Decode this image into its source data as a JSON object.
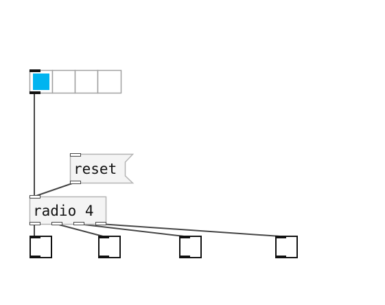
{
  "patch": {
    "radio_gui": {
      "cells": 4,
      "selected_index": 0,
      "selected_color": "#00b4f0",
      "border_color": "#a0a0a0"
    },
    "message_box": {
      "label": "reset"
    },
    "object_box": {
      "label": "radio 4",
      "outlets": 4
    },
    "toggles": [
      {
        "state": "off"
      },
      {
        "state": "off"
      },
      {
        "state": "off"
      },
      {
        "state": "off"
      }
    ],
    "colors": {
      "box_fill": "#f4f4f4",
      "box_border": "#b4b4b4",
      "connection": "#444444",
      "inlet": "#111111"
    }
  }
}
